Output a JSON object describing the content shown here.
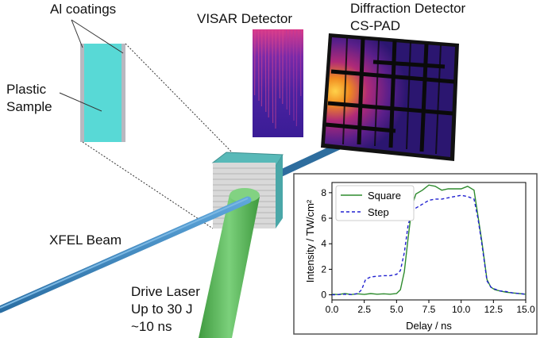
{
  "labels": {
    "al_coatings": "Al coatings",
    "plastic_line1": "Plastic",
    "plastic_line2": "Sample",
    "visar_detector": "VISAR Detector",
    "diffraction_line1": "Diffraction Detector",
    "diffraction_line2": "CS-PAD",
    "xfel_beam": "XFEL Beam",
    "drive_line1": "Drive Laser",
    "drive_line2": "Up to 30 J",
    "drive_line3": "~10 ns"
  },
  "colors": {
    "sample": "#58d9d6",
    "coating": "#b8b8c0",
    "xfel_beam": "#3b86c0",
    "drive_laser": "#5cb85c",
    "target_block": "#d9d9d9",
    "target_edge": "#4aa7a8"
  },
  "chart_data": {
    "type": "line",
    "xlabel": "Delay / ns",
    "ylabel": "Intensity / TW/cm²",
    "xlim": [
      0,
      15
    ],
    "ylim": [
      -0.4,
      8.8
    ],
    "xticks": [
      "0.0",
      "2.5",
      "5.0",
      "7.5",
      "10.0",
      "12.5",
      "15.0"
    ],
    "yticks": [
      "0",
      "2",
      "4",
      "6",
      "8"
    ],
    "legend": "top-left",
    "grid": false,
    "series": [
      {
        "name": "Square",
        "color": "#2e8b2e",
        "dash": "solid",
        "x": [
          0,
          0.5,
          1,
          1.5,
          2,
          2.5,
          3,
          3.5,
          4,
          4.5,
          5,
          5.3,
          5.6,
          5.9,
          6.2,
          6.5,
          7,
          7.5,
          8,
          8.5,
          9,
          9.5,
          10,
          10.5,
          11,
          11.3,
          11.6,
          12,
          12.3,
          12.6,
          13,
          13.5,
          14,
          14.5,
          15
        ],
        "y": [
          0.05,
          0.02,
          0.1,
          0.02,
          0.08,
          0.03,
          0.1,
          0.05,
          0.08,
          0.05,
          0.1,
          0.4,
          1.8,
          4.5,
          7.0,
          7.9,
          8.2,
          8.6,
          8.5,
          8.2,
          8.3,
          8.3,
          8.3,
          8.5,
          8.2,
          6.2,
          4.2,
          1.2,
          0.6,
          0.4,
          0.3,
          0.2,
          0.15,
          0.1,
          0.05
        ]
      },
      {
        "name": "Step",
        "color": "#2020d0",
        "dash": "dashed",
        "x": [
          0,
          0.5,
          1,
          1.5,
          2,
          2.3,
          2.6,
          3,
          3.5,
          4,
          4.5,
          5,
          5.3,
          5.6,
          5.9,
          6.2,
          6.5,
          7,
          7.5,
          8,
          8.5,
          9,
          9.5,
          10,
          10.5,
          11,
          11.3,
          11.6,
          12,
          12.3,
          12.6,
          13,
          13.5,
          14,
          14.5,
          15
        ],
        "y": [
          0.0,
          0.02,
          0.05,
          0.02,
          0.1,
          0.4,
          1.2,
          1.4,
          1.45,
          1.5,
          1.5,
          1.6,
          1.9,
          3.3,
          5.5,
          6.5,
          6.8,
          7.1,
          7.4,
          7.5,
          7.5,
          7.6,
          7.7,
          7.8,
          7.7,
          7.5,
          6.0,
          4.0,
          1.1,
          0.6,
          0.45,
          0.3,
          0.25,
          0.15,
          0.1,
          0.05
        ]
      }
    ]
  }
}
